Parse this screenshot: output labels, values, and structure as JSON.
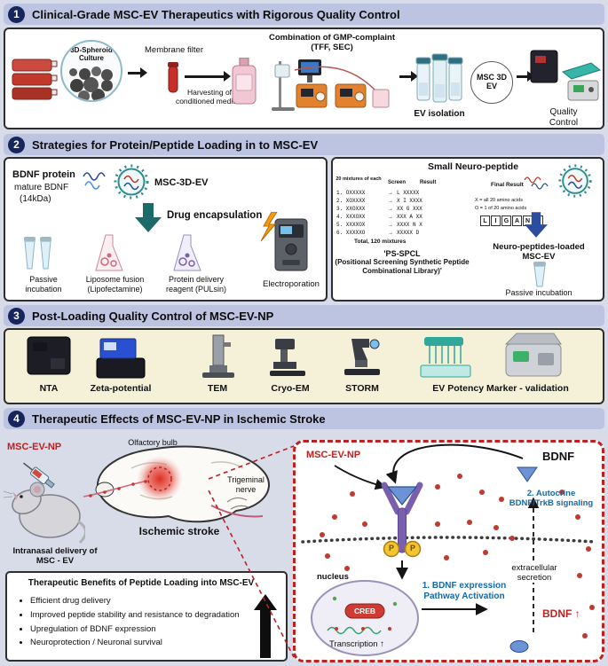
{
  "s1": {
    "num": "1",
    "title": "Clinical-Grade MSC-EV Therapeutics with Rigorous Quality Control",
    "spheroid": "3D-Spheroid Culture",
    "membrane_filter": "Membrane filter",
    "harvesting": "Harvesting of conditioned medium",
    "gmp": "Combination of GMP-complaint (TFF, SEC)",
    "ev_isolation": "EV isolation",
    "msc_3d_ev": "MSC 3D EV",
    "quality_control": "Quality Control"
  },
  "s2": {
    "num": "2",
    "title": "Strategies for Protein/Peptide Loading in to MSC-EV",
    "left": {
      "bdnf_protein": "BDNF protein",
      "mature_bdnf": "mature BDNF",
      "kda": "(14kDa)",
      "msc_3d_ev": "MSC-3D-EV",
      "drug_encapsulation": "Drug encapsulation",
      "methods": [
        "Passive incubation",
        "Liposome fusion (Lipofectamine)",
        "Protein delivery reagent (PULsin)",
        "Electroporation"
      ]
    },
    "right": {
      "title": "Small Neuro-peptide",
      "col_mixtures": "20 mixtures of each",
      "col_screen": "Screen",
      "col_result": "Result",
      "final_result": "Final Result",
      "screen_arrow": "→",
      "rows": [
        {
          "mix": "1. OXXXXX",
          "res": "L XXXXX"
        },
        {
          "mix": "2. XOXXXX",
          "res": "X I XXXX"
        },
        {
          "mix": "3. XXOXXX",
          "res": "XX G XXX"
        },
        {
          "mix": "4. XXXOXX",
          "res": "XXX A XX"
        },
        {
          "mix": "5. XXXXOX",
          "res": "XXXX N X"
        },
        {
          "mix": "6. XXXXXO",
          "res": "XXXXX D"
        }
      ],
      "ligand": [
        "L",
        "I",
        "G",
        "A",
        "N",
        "D"
      ],
      "legend_x": "X = all 20 amino acids",
      "legend_o": "O = 1 of 20 amino acids",
      "total": "Total, 120 mixtures",
      "pspcl_1": "'PS-SPCL",
      "pspcl_2": "(Positional Screening Synthetic Peptide Combinational Library)'",
      "loaded": "Neuro-peptides-loaded MSC-EV",
      "passive": "Passive incubation"
    }
  },
  "s3": {
    "num": "3",
    "title": "Post-Loading Quality Control of MSC-EV-NP",
    "instruments": [
      "NTA",
      "Zeta-potential",
      "TEM",
      "Cryo-EM",
      "STORM",
      "EV Potency Marker - validation"
    ]
  },
  "s4": {
    "num": "4",
    "title": "Therapeutic Effects of MSC-EV-NP in Ischemic Stroke",
    "left": {
      "msc_ev_np": "MSC-EV-NP",
      "olfactory_bulb": "Olfactory bulb",
      "trigeminal_nerve": "Trigeminal nerve",
      "ischemic_stroke": "Ischemic stroke",
      "intranasal": "Intranasal delivery of MSC - EV",
      "benefits_title": "Therapeutic Benefits of Peptide Loading into MSC-EV",
      "benefits": [
        "Efficient drug delivery",
        "Improved peptide stability and resistance to degradation",
        "Upregulation of BDNF expression",
        "Neuroprotection / Neuronal survival"
      ]
    },
    "right": {
      "msc_ev_np": "MSC-EV-NP",
      "bdnf": "BDNF",
      "autocrine": "2. Autocrine BDNF/TrkB signaling",
      "p_label": "P",
      "nucleus": "nucleus",
      "creb": "CREB",
      "transcription": "Transcription ↑",
      "pathway": "1. BDNF expression Pathway Activation",
      "extracellular": "extracellular secretion",
      "bdnf_up": "BDNF ↑"
    }
  }
}
